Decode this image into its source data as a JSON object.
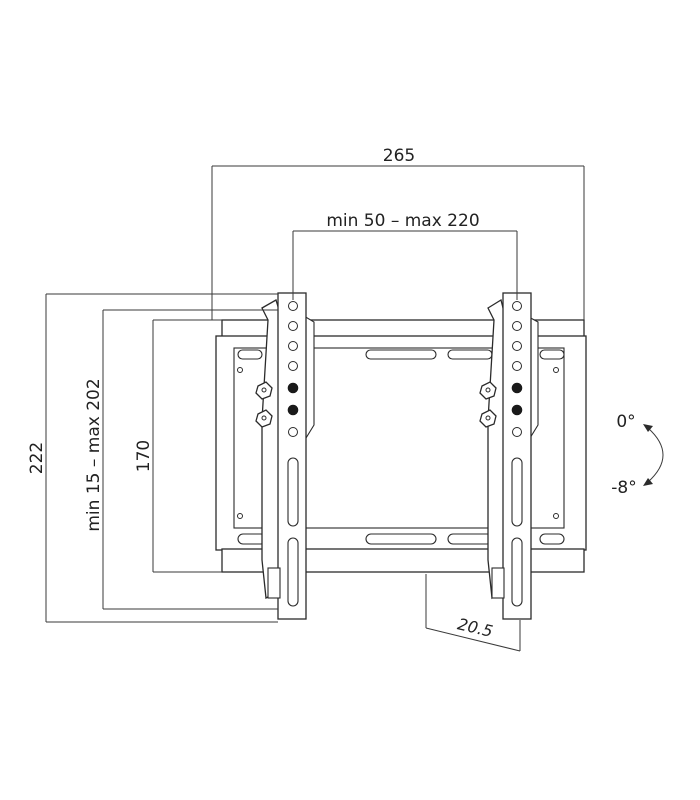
{
  "dimensions": {
    "overall_width": "265",
    "vesa_horizontal": "min 50 – max 220",
    "overall_height": "222",
    "vesa_vertical": "min 15 – max 202",
    "plate_height": "170",
    "wall_distance": "20.5"
  },
  "tilt": {
    "upper": "0°",
    "lower": "-8°"
  },
  "colors": {
    "line": "#2b2b2b",
    "background": "#ffffff"
  }
}
